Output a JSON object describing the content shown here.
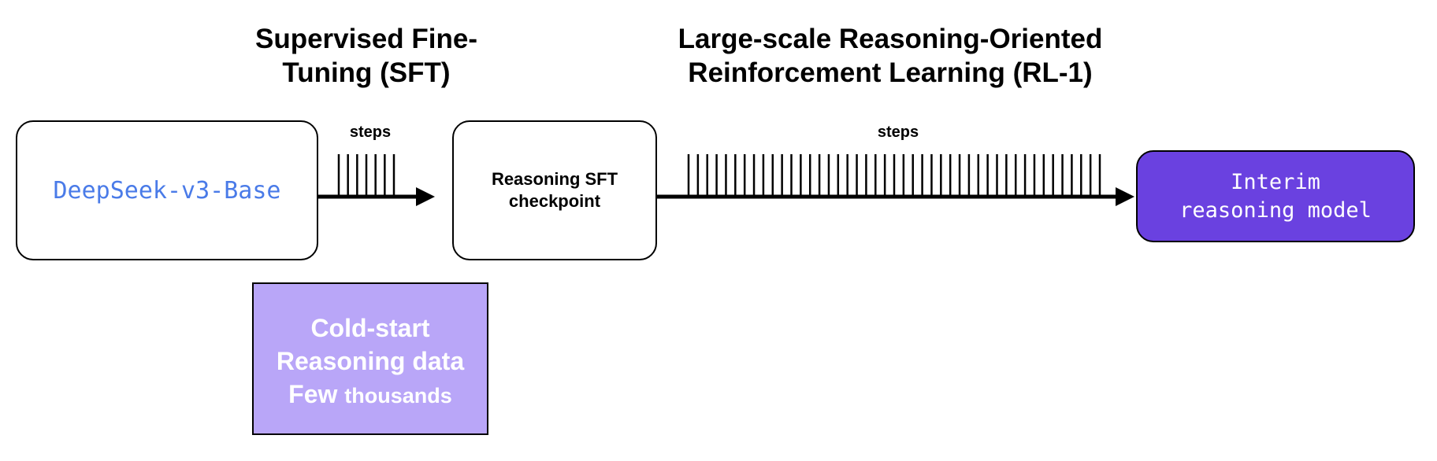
{
  "headings": {
    "sft": [
      "Supervised Fine-",
      "Tuning (SFT)"
    ],
    "rl": [
      "Large-scale Reasoning-Oriented",
      "Reinforcement Learning (RL-1)"
    ]
  },
  "nodes": {
    "base": "DeepSeek-v3-Base",
    "sft_checkpoint": [
      "Reasoning SFT",
      "checkpoint"
    ],
    "interim": [
      "Interim",
      "reasoning model"
    ]
  },
  "steps_labels": {
    "sft": "steps",
    "rl": "steps"
  },
  "data_box": {
    "line1": "Cold-start",
    "line2": "Reasoning data",
    "line3_big": "Few",
    "line3_small": "thousands"
  },
  "colors": {
    "base_text": "#4a7be8",
    "interim_fill": "#6a41e0",
    "data_fill": "#b9a6f8"
  },
  "tick_counts": {
    "sft": 7,
    "rl": 45
  }
}
